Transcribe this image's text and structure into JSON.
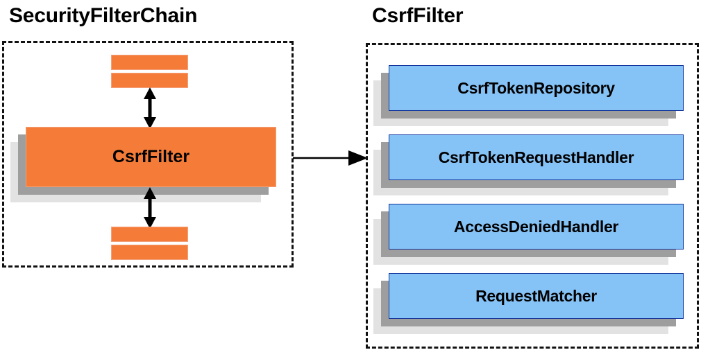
{
  "diagram": {
    "title_left": "SecurityFilterChain",
    "title_right": "CsrfFilter",
    "colors": {
      "orange_fill": "#F57C38",
      "orange_border": "#F4A07A",
      "blue_fill": "#85C2F5",
      "blue_border": "#12339B",
      "shadow_dark": "#9E9E9E",
      "shadow_light": "#E2E2E2",
      "outline": "#111111",
      "arrow": "#000000",
      "background": "#FFFFFF"
    },
    "left_panel": {
      "label": "SecurityFilterChain",
      "filters_above": [
        "",
        ""
      ],
      "focus_node": "CsrfFilter",
      "filters_below": [
        "",
        ""
      ],
      "arrows": [
        {
          "name": "arrow-above-csrffilter",
          "kind": "double-headed-vertical"
        },
        {
          "name": "arrow-below-csrffilter",
          "kind": "double-headed-vertical"
        }
      ]
    },
    "connector": {
      "name": "csrffilter-detail-connector",
      "kind": "single-headed-horizontal",
      "from": "SecurityFilterChain",
      "to": "CsrfFilter"
    },
    "right_panel": {
      "label": "CsrfFilter",
      "collaborators": [
        "CsrfTokenRepository",
        "CsrfTokenRequestHandler",
        "AccessDeniedHandler",
        "RequestMatcher"
      ]
    }
  }
}
